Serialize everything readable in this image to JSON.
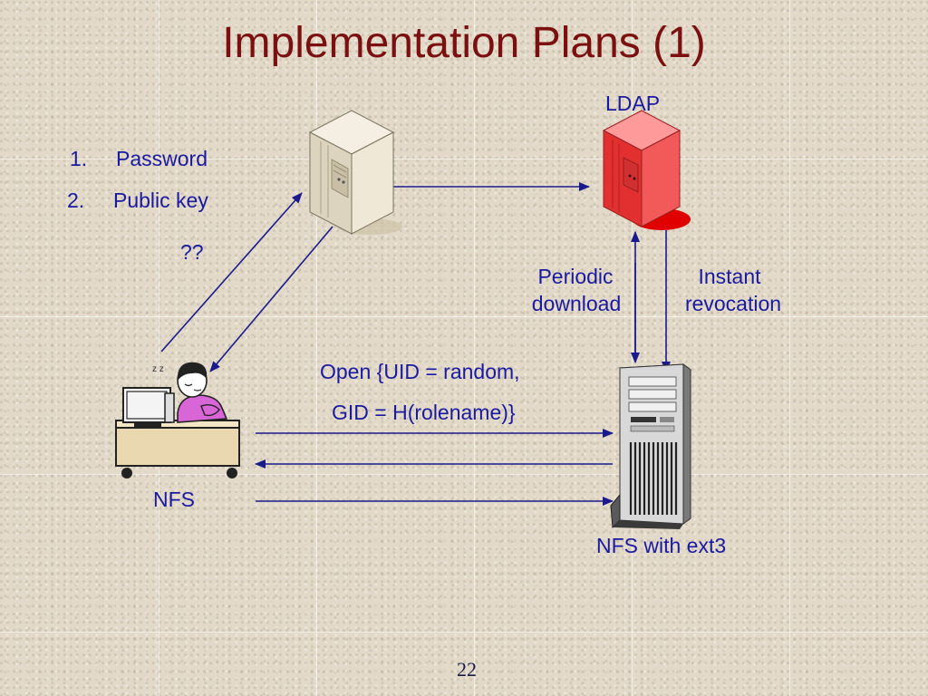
{
  "slide": {
    "title": "Implementation Plans (1)",
    "page_number": "22"
  },
  "auth_list": [
    {
      "number": "1.",
      "label": "Password"
    },
    {
      "number": "2.",
      "label": "Public key"
    }
  ],
  "question": "??",
  "labels": {
    "ldap": "LDAP",
    "periodic": "Periodic",
    "download": "download",
    "instant": "Instant",
    "revocation": "revocation",
    "open_line1": "Open {UID = random,",
    "open_line2": "GID = H(rolename)}",
    "nfs_client": "NFS",
    "nfs_server": "NFS with ext3"
  },
  "colors": {
    "title": "#7a1010",
    "text": "#1a1aa0",
    "arrow": "#1a1a8c",
    "ldap_server": "#e83a3a"
  },
  "icons": [
    "auth-server-icon",
    "ldap-server-icon",
    "nfs-server-tower-icon",
    "sleeping-user-at-desk-icon"
  ]
}
